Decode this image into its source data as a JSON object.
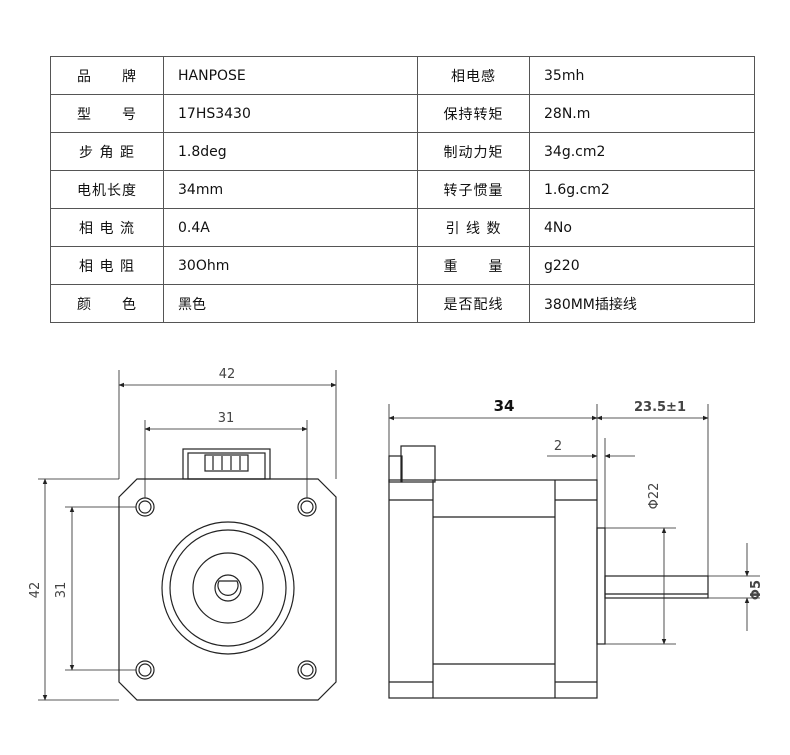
{
  "specs": [
    {
      "label1": "品　　牌",
      "value1": "HANPOSE",
      "label2": "相电感",
      "value2": "35mh"
    },
    {
      "label1": "型　　号",
      "value1": "17HS3430",
      "label2": "保持转矩",
      "value2": "28N.m"
    },
    {
      "label1": "步 角 距",
      "value1": "1.8deg",
      "label2": "制动力矩",
      "value2": "34g.cm2"
    },
    {
      "label1": "电机长度",
      "value1": "34mm",
      "label2": "转子惯量",
      "value2": "1.6g.cm2"
    },
    {
      "label1": "相 电 流",
      "value1": "0.4A",
      "label2": "引 线 数",
      "value2": "4No"
    },
    {
      "label1": "相 电 阻",
      "value1": "30Ohm",
      "label2": "重　　量",
      "value2": "g220"
    },
    {
      "label1": "颜　　色",
      "value1": "黑色",
      "label2": "是否配线",
      "value2": "380MM插接线"
    }
  ],
  "drawing": {
    "front_width": "42",
    "front_hole_spacing": "31",
    "front_height": "42",
    "front_hole_spacing_v": "31",
    "side_length": "34",
    "shaft_length": "23.5±1",
    "boss_height": "2",
    "boss_diameter": "Φ22",
    "shaft_diameter": "Φ5"
  }
}
